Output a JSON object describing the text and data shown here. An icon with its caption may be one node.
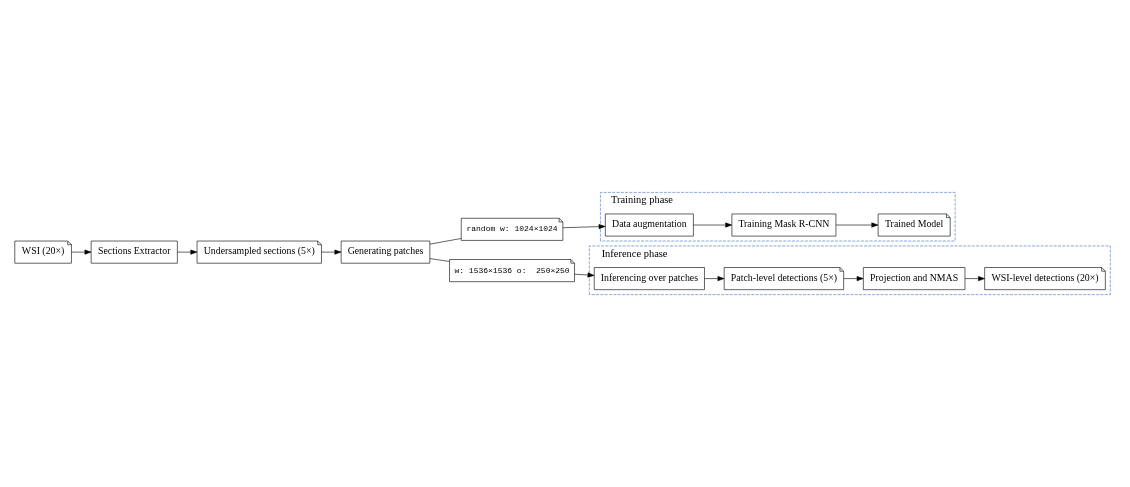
{
  "diagram": {
    "nodes": [
      {
        "text": [
          "Training phase"
        ]
      },
      {
        "text": [
          "Trained Model"
        ],
        "in": 0
      },
      {
        "text": [
          "Training Mask R-CNN"
        ],
        "in": 0
      },
      {
        "text": [
          "Data augmentation"
        ],
        "in": 0
      },
      {
        "text": [
          "random w: 1024×1024"
        ]
      },
      {
        "text": [
          "WSI (20×)"
        ]
      },
      {
        "text": [
          "Sections Extractor"
        ]
      },
      {
        "text": [
          "Undersampled sections (5×)"
        ]
      },
      {
        "text": [
          "Generating patches"
        ]
      },
      {
        "text": [
          "w: 1536×1536 o:  250×250"
        ]
      },
      {
        "text": [
          "Inference phase"
        ]
      },
      {
        "text": [
          "WSI-level detections (20×)"
        ],
        "in": 10
      },
      {
        "text": [
          "Projection and NMAS"
        ],
        "in": 10
      },
      {
        "text": [
          "Patch-level detections (5×)"
        ],
        "in": 10
      },
      {
        "text": [
          "Inferencing over patches"
        ],
        "in": 10
      }
    ],
    "edges": [
      {
        "from": 3,
        "to": 2,
        "arrow": "to"
      },
      {
        "from": 2,
        "to": 1,
        "arrow": "to"
      },
      {
        "from": 4,
        "to": 3,
        "arrow": "to"
      },
      {
        "from": 5,
        "to": 6,
        "arrow": "to"
      },
      {
        "from": 6,
        "to": 7,
        "arrow": "to"
      },
      {
        "from": 7,
        "to": 8,
        "arrow": "to"
      },
      {
        "from": 8,
        "to": 4,
        "arrow": "none"
      },
      {
        "from": 8,
        "to": 9,
        "arrow": "none"
      },
      {
        "from": 9,
        "to": 14,
        "arrow": "to"
      },
      {
        "from": 14,
        "to": 13,
        "arrow": "to"
      },
      {
        "from": 13,
        "to": 12,
        "arrow": "to"
      },
      {
        "from": 12,
        "to": 11,
        "arrow": "to"
      }
    ]
  }
}
